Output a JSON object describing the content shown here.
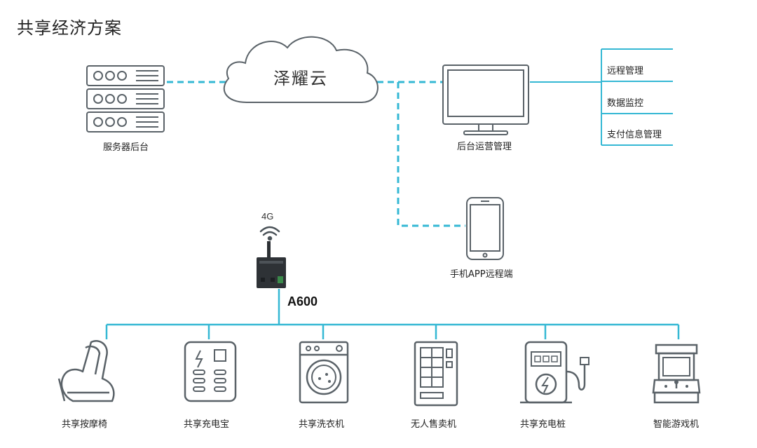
{
  "title": "共享经济方案",
  "cloud": "泽耀云",
  "server_label": "服务器后台",
  "ops_label": "后台运营管理",
  "app_label": "手机APP远程端",
  "ops_functions": [
    "远程管理",
    "数据监控",
    "支付信息管理"
  ],
  "signal_label": "4G",
  "device_model": "A600",
  "devices": [
    "共享按摩椅",
    "共享充电宝",
    "共享洗衣机",
    "无人售卖机",
    "共享充电桩",
    "智能游戏机"
  ],
  "colors": {
    "line": "#35b8d4",
    "icon": "#505a60"
  }
}
